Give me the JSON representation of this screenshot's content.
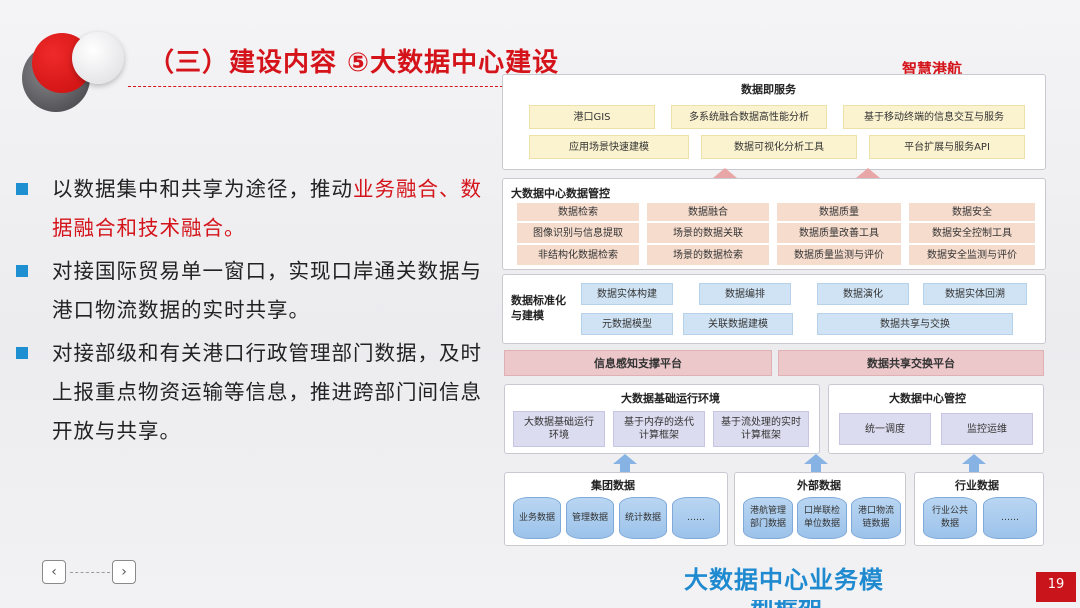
{
  "header": {
    "title": "（三）建设内容 ⑤大数据中心建设",
    "brand": "智慧港航"
  },
  "bullets": [
    {
      "normal": "以数据集中和共享为途径，推动",
      "highlight": "业务融合、数据融合和技术融合。"
    },
    {
      "normal": "对接国际贸易单一窗口，实现口岸通关数据与港口物流数据的实时共享。",
      "highlight": ""
    },
    {
      "normal": "对接部级和有关港口行政管理部门数据，及时上报重点物资运输等信息，推进跨部门间信息开放与共享。",
      "highlight": ""
    }
  ],
  "diagram": {
    "service": {
      "title": "数据即服务",
      "row1": [
        "港口GIS",
        "多系统融合数据高性能分析",
        "基于移动终端的信息交互与服务"
      ],
      "row2": [
        "应用场景快速建模",
        "数据可视化分析工具",
        "平台扩展与服务API"
      ]
    },
    "control": {
      "title": "大数据中心数据管控",
      "columns": [
        {
          "head": "数据检索",
          "items": [
            "图像识别与信息提取",
            "非结构化数据检索"
          ]
        },
        {
          "head": "数据融合",
          "items": [
            "场景的数据关联",
            "场景的数据检索"
          ]
        },
        {
          "head": "数据质量",
          "items": [
            "数据质量改善工具",
            "数据质量监测与评价"
          ]
        },
        {
          "head": "数据安全",
          "items": [
            "数据安全控制工具",
            "数据安全监测与评价"
          ]
        }
      ]
    },
    "modeling": {
      "title": "数据标准化与建模",
      "row1": [
        "数据实体构建",
        "数据编排",
        "数据演化",
        "数据实体回溯"
      ],
      "row2": [
        "元数据模型",
        "关联数据建模",
        "数据共享与交换"
      ]
    },
    "platforms": [
      "信息感知支撑平台",
      "数据共享交换平台"
    ],
    "runtime": {
      "title": "大数据基础运行环境",
      "items": [
        "大数据基础运行环境",
        "基于内存的迭代计算框架",
        "基于流处理的实时计算框架"
      ]
    },
    "mgmt": {
      "title": "大数据中心管控",
      "items": [
        "统一调度",
        "监控运维"
      ]
    },
    "sources": [
      {
        "title": "集团数据",
        "items": [
          "业务数据",
          "管理数据",
          "统计数据",
          "……"
        ]
      },
      {
        "title": "外部数据",
        "items": [
          "港航管理部门数据",
          "口岸联检单位数据",
          "港口物流链数据"
        ]
      },
      {
        "title": "行业数据",
        "items": [
          "行业公共数据",
          "……"
        ]
      }
    ]
  },
  "caption": "大数据中心业务模型框架",
  "caption_line1": "大数据中心业务模",
  "caption_line2": "型框架",
  "nav": {
    "prev": "‹",
    "next": "›"
  },
  "page_number": "19",
  "colors": {
    "accent_red": "#d4141a",
    "accent_blue": "#1f8ad0"
  }
}
